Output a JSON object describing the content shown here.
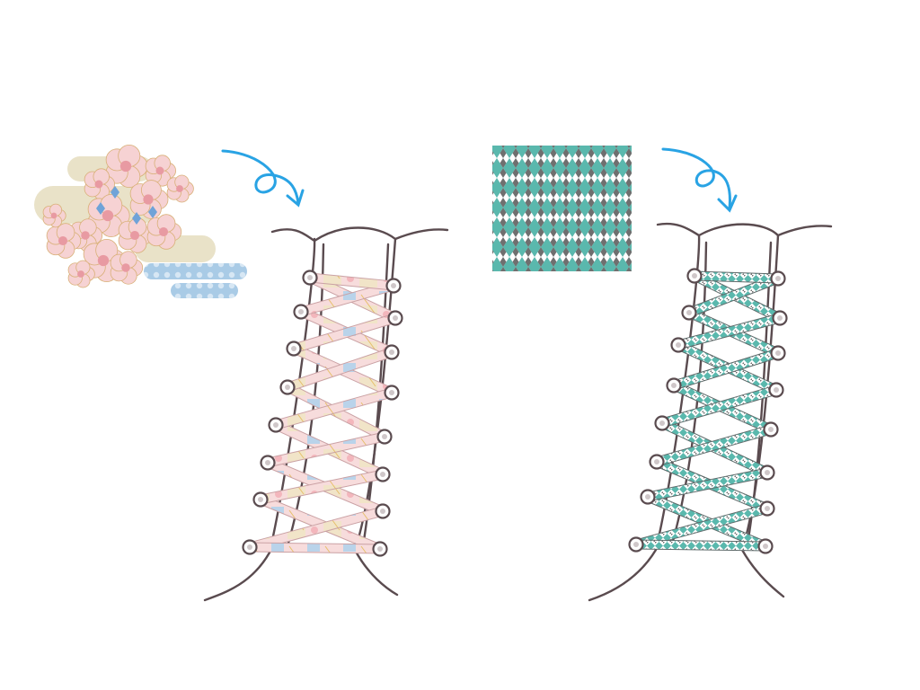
{
  "panels": [
    {
      "id": "sakura",
      "swatch": "floral-swatch",
      "lace_pattern": "pat-sakura",
      "arrow_color": "#29a3e4"
    },
    {
      "id": "argyle",
      "swatch": "argyle-swatch",
      "lace_pattern": "pat-argyle",
      "arrow_color": "#29a3e4"
    }
  ],
  "colors": {
    "outline": "#5a4b4f",
    "sakura_petal": "#f6d2d3",
    "sakura_center": "#d98b92",
    "cloud_beige": "#e9e2c8",
    "cloud_blue": "#a9cbe6",
    "argyle_teal": "#5ab8ad",
    "argyle_gray": "#6f6f6f",
    "arrow_blue": "#29a3e4"
  },
  "icons": [
    "cherry-blossom-swatch-icon",
    "argyle-swatch-icon",
    "curly-arrow-icon",
    "corset-lacing-icon",
    "eyelet-icon"
  ]
}
